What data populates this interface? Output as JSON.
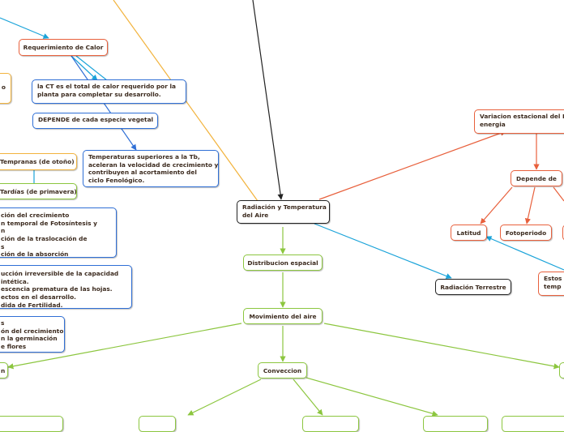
{
  "nodes": {
    "requerimiento": "Requerimiento de Calor",
    "ct_total": [
      "la CT es el total de calor requerido por la",
      "planta para completar su desarrollo."
    ],
    "depende_especie": "DEPENDE de cada especie vegetal",
    "temp_superiores": [
      "Temperaturas superiores a la Tb,",
      "aceleran la velocidad de crecimiento y",
      "contribuyen al acortamiento del",
      "ciclo Fenológico."
    ],
    "tempranas": "Tempranas (de otoño)",
    "tardias": "Tardías (de primavera)",
    "list1": [
      "ción del crecimiento",
      "n temporal de Fotosíntesis y",
      "n",
      "ción de la traslocación de",
      "s",
      "ción de la absorción"
    ],
    "list2": [
      "ucción irreversible de la capacidad",
      "intética.",
      "escencia prematura de las hojas.",
      "ectos en el desarrollo.",
      "dida de Fertilidad."
    ],
    "list3": [
      "s",
      "ón del crecimiento",
      "n la germinación",
      "e flores"
    ],
    "radiacion_temp": [
      "Radiación y Temperatura",
      "del Aire"
    ],
    "distribucion": "Distribucion espacial",
    "movimiento": "Movimiento del aire",
    "conveccion": "Conveccion",
    "left_n": "n",
    "variacion": [
      "Variacion estacional del Ba",
      "energia"
    ],
    "depende_de": "Depende de",
    "latitud": "Latitud",
    "fotoperiodo": "Fotoperiodo",
    "radiacion_terrestre": "Radiación Terrestre",
    "estos": [
      "Estos",
      "temp"
    ],
    "left_partial": "o"
  },
  "colors": {
    "red": "#e8603c",
    "blue": "#2f6fd6",
    "cyan": "#1aa3d9",
    "green": "#8cc63f",
    "yellow": "#f2b33d",
    "black": "#222222"
  }
}
